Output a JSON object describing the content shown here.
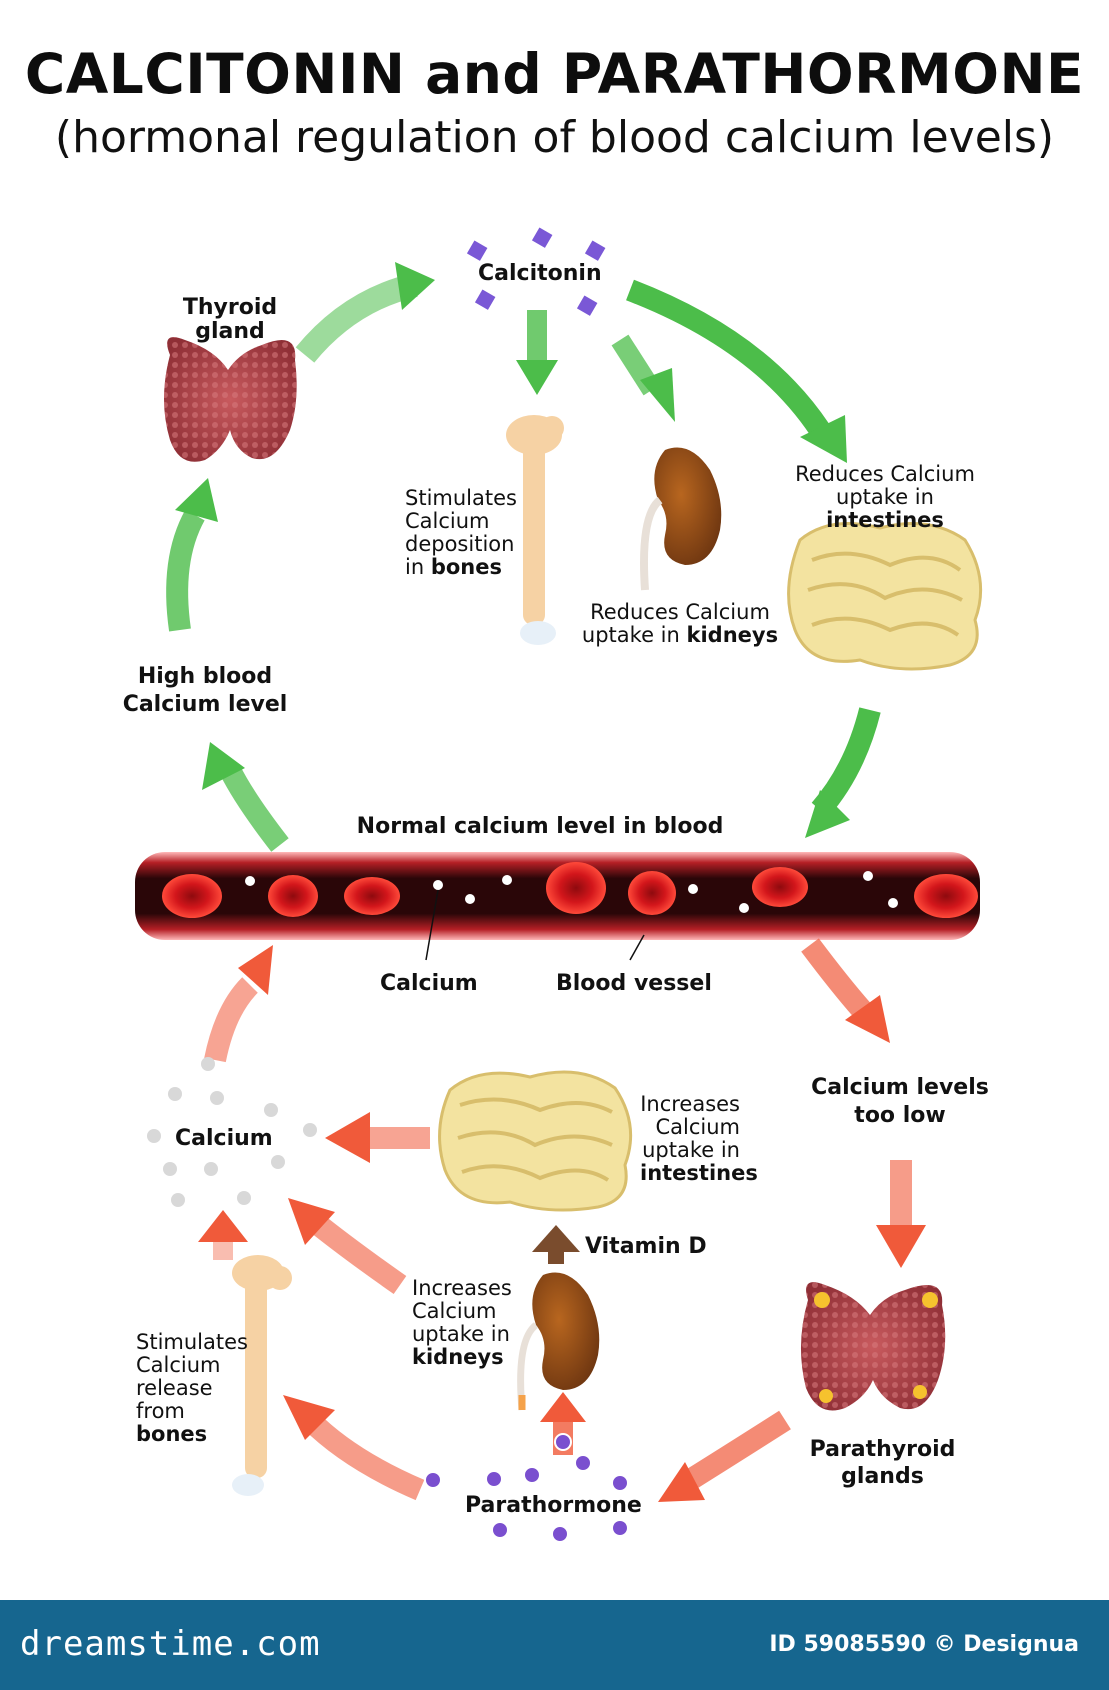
{
  "header": {
    "title": "CALCITONIN and PARATHORMONE",
    "subtitle": "(hormonal regulation of blood calcium levels)"
  },
  "top_cycle": {
    "thyroid_line1": "Thyroid",
    "thyroid_line2": "gland",
    "calcitonin": "Calcitonin",
    "bones_lines": [
      "Stimulates",
      "Calcium",
      "deposition",
      "in "
    ],
    "bones_bold": "bones",
    "kidney_line1": "Reduces Calcium",
    "kidney_line2": "uptake in ",
    "kidney_bold": "kidneys",
    "intestine_line1": "Reduces Calcium",
    "intestine_line2": "uptake in ",
    "intestine_bold": "intestines",
    "high_line1": "High blood",
    "high_line2": "Calcium level"
  },
  "vessel": {
    "title": "Normal calcium level in blood",
    "calcium_label": "Calcium",
    "vessel_label": "Blood vessel"
  },
  "bottom_cycle": {
    "low_line1": "Calcium levels",
    "low_line2": "too low",
    "parathyroid_line1": "Parathyroid",
    "parathyroid_line2": "glands",
    "parathormone": "Parathormone",
    "calcium": "Calcium",
    "intestine_lines": [
      "Increases",
      "Calcium",
      "uptake in"
    ],
    "intestine_bold": "intestines",
    "vitamin_d": "Vitamin D",
    "kidney_lines": [
      "Increases",
      "Calcium",
      "uptake in"
    ],
    "kidney_bold": "kidneys",
    "bones_lines": [
      "Stimulates",
      "Calcium",
      "release",
      "from"
    ],
    "bones_bold": "bones"
  },
  "footer": {
    "brand": "dreamstime.com",
    "id_text": "ID 59085590 © Designua"
  },
  "colors": {
    "green_arrow": "#4cbd4a",
    "orange_arrow": "#f05a3a",
    "vessel_dark": "#3a0a0a",
    "blood_cell": "#d3161b",
    "calcitonin_crystal": "#7a58d6",
    "parathormone_dot": "#7a4fcf",
    "bone": "#f6d2a4",
    "kidney": "#8b4513",
    "intestine": "#f3e3a0",
    "thyroid": "#b5484e",
    "footer_bar": "#16668f"
  }
}
